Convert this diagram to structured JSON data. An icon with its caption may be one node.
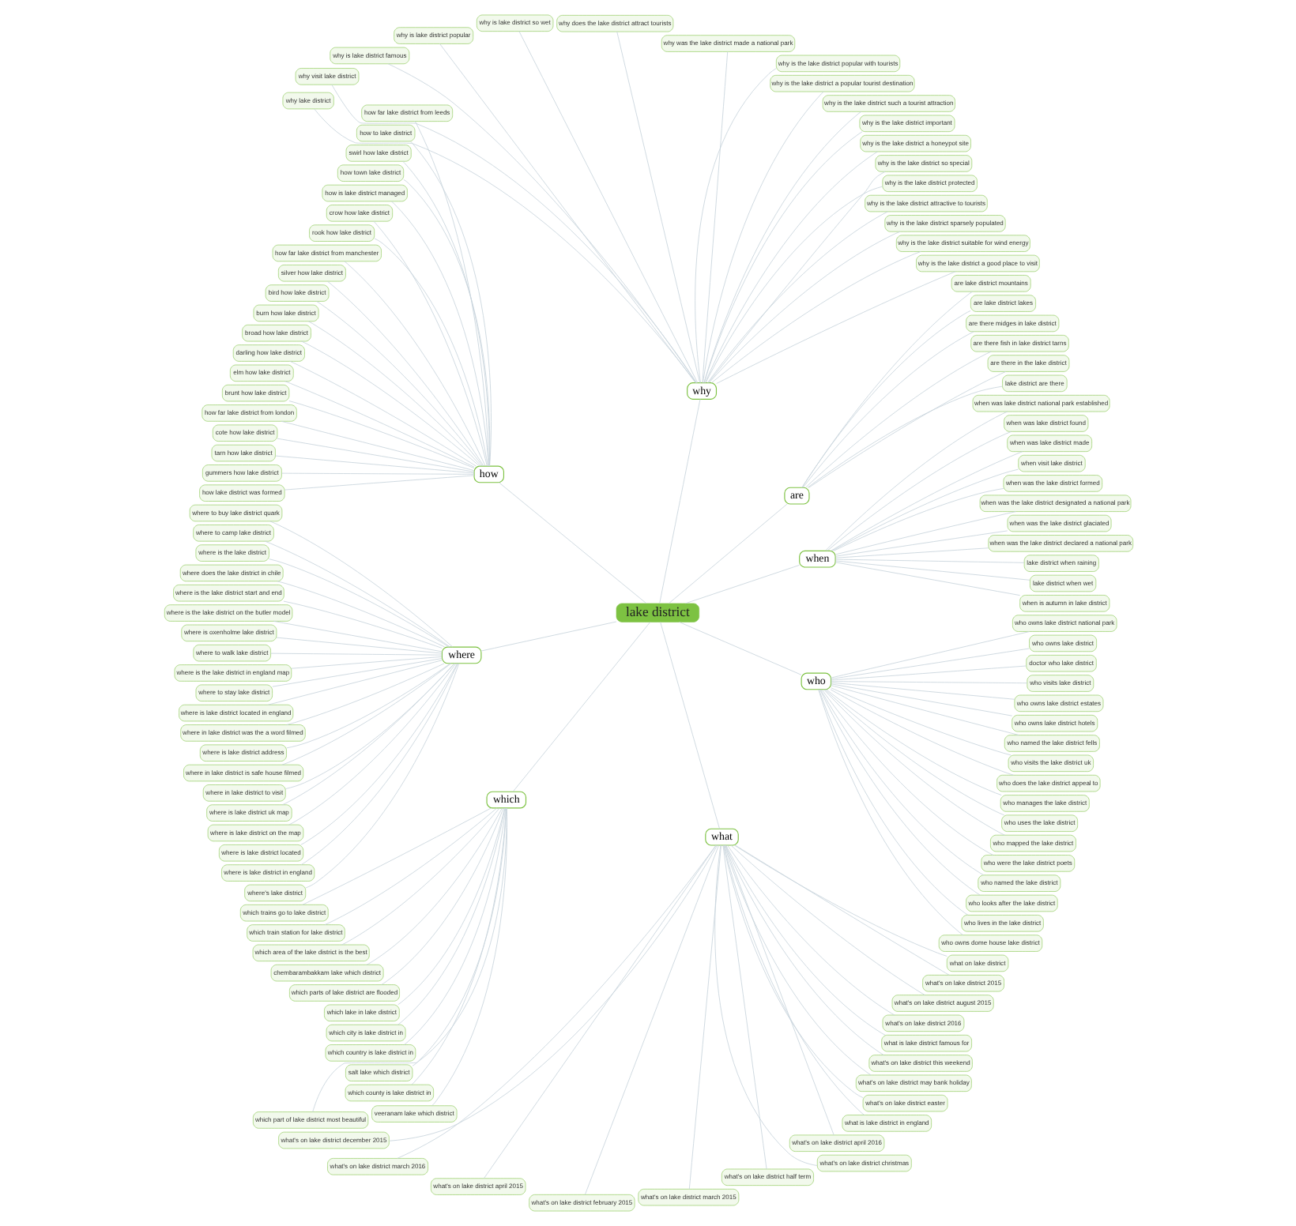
{
  "diagram": {
    "nodes": [
      {
        "text": [
          "lake district"
        ]
      },
      {
        "text": [
          "when"
        ]
      },
      {
        "text": [
          "when is autumn in lake district"
        ]
      },
      {
        "text": [
          "lake district when wet"
        ]
      },
      {
        "text": [
          "lake district when raining"
        ]
      },
      {
        "text": [
          "when was the lake district declared a national park"
        ]
      },
      {
        "text": [
          "when was the lake district glaciated"
        ]
      },
      {
        "text": [
          "when was the lake district designated a national park"
        ]
      },
      {
        "text": [
          "when was the lake district formed"
        ]
      },
      {
        "text": [
          "when visit lake district"
        ]
      },
      {
        "text": [
          "when was lake district made"
        ]
      },
      {
        "text": [
          "when was lake district found"
        ]
      },
      {
        "text": [
          "when was lake district national park established"
        ]
      },
      {
        "text": [
          "are"
        ]
      },
      {
        "text": [
          "lake district are there"
        ]
      },
      {
        "text": [
          "are there in the lake district"
        ]
      },
      {
        "text": [
          "are there fish in lake district tarns"
        ]
      },
      {
        "text": [
          "are there midges in lake district"
        ]
      },
      {
        "text": [
          "are lake district lakes"
        ]
      },
      {
        "text": [
          "are lake district mountains"
        ]
      },
      {
        "text": [
          "why"
        ]
      },
      {
        "text": [
          "why is the lake district a good place to visit"
        ]
      },
      {
        "text": [
          "why is the lake district suitable for wind energy"
        ]
      },
      {
        "text": [
          "why is the lake district sparsely populated"
        ]
      },
      {
        "text": [
          "why is the lake district attractive to tourists"
        ]
      },
      {
        "text": [
          "why is the lake district protected"
        ]
      },
      {
        "text": [
          "why is the lake district so special"
        ]
      },
      {
        "text": [
          "why is the lake district a honeypot site"
        ]
      },
      {
        "text": [
          "why is the lake district important"
        ]
      },
      {
        "text": [
          "why is the lake district such a tourist attraction"
        ]
      },
      {
        "text": [
          "why is the lake district a popular tourist destination"
        ]
      },
      {
        "text": [
          "why is the lake district popular with tourists"
        ]
      },
      {
        "text": [
          "why was the lake district made a national park"
        ]
      },
      {
        "text": [
          "why does the lake district attract tourists"
        ]
      },
      {
        "text": [
          "why is lake district so wet"
        ]
      },
      {
        "text": [
          "why is lake district popular"
        ]
      },
      {
        "text": [
          "why is lake district famous"
        ]
      },
      {
        "text": [
          "why visit lake district"
        ]
      },
      {
        "text": [
          "why lake district"
        ]
      },
      {
        "text": [
          "how"
        ]
      },
      {
        "text": [
          "how far lake district from leeds"
        ]
      },
      {
        "text": [
          "how to lake district"
        ]
      },
      {
        "text": [
          "swirl how lake district"
        ]
      },
      {
        "text": [
          "how town lake district"
        ]
      },
      {
        "text": [
          "how is lake district managed"
        ]
      },
      {
        "text": [
          "crow how lake district"
        ]
      },
      {
        "text": [
          "rook how lake district"
        ]
      },
      {
        "text": [
          "how far lake district from manchester"
        ]
      },
      {
        "text": [
          "silver how lake district"
        ]
      },
      {
        "text": [
          "bird how lake district"
        ]
      },
      {
        "text": [
          "burn how lake district"
        ]
      },
      {
        "text": [
          "broad how lake district"
        ]
      },
      {
        "text": [
          "darling how lake district"
        ]
      },
      {
        "text": [
          "elm how lake district"
        ]
      },
      {
        "text": [
          "brunt how lake district"
        ]
      },
      {
        "text": [
          "how far lake district from london"
        ]
      },
      {
        "text": [
          "cote how lake district"
        ]
      },
      {
        "text": [
          "tarn how lake district"
        ]
      },
      {
        "text": [
          "gummers how lake district"
        ]
      },
      {
        "text": [
          "how lake district was formed"
        ]
      },
      {
        "text": [
          "where"
        ]
      },
      {
        "text": [
          "where to buy lake district quark"
        ]
      },
      {
        "text": [
          "where to camp lake district"
        ]
      },
      {
        "text": [
          "where is the lake district"
        ]
      },
      {
        "text": [
          "where does the lake district in chile"
        ]
      },
      {
        "text": [
          "where is the lake district start and end"
        ]
      },
      {
        "text": [
          "where is the lake district on the butler model"
        ]
      },
      {
        "text": [
          "where is oxenholme lake district"
        ]
      },
      {
        "text": [
          "where to walk lake district"
        ]
      },
      {
        "text": [
          "where is the lake district in england map"
        ]
      },
      {
        "text": [
          "where to stay lake district"
        ]
      },
      {
        "text": [
          "where is lake district located in england"
        ]
      },
      {
        "text": [
          "where in lake district was the a word filmed"
        ]
      },
      {
        "text": [
          "where is lake district address"
        ]
      },
      {
        "text": [
          "where in lake district is safe house filmed"
        ]
      },
      {
        "text": [
          "where in lake district to visit"
        ]
      },
      {
        "text": [
          "where is lake district uk map"
        ]
      },
      {
        "text": [
          "where is lake district on the map"
        ]
      },
      {
        "text": [
          "where is lake district located"
        ]
      },
      {
        "text": [
          "where is lake district in england"
        ]
      },
      {
        "text": [
          "where's lake district"
        ]
      },
      {
        "text": [
          "which"
        ]
      },
      {
        "text": [
          "which trains go to lake district"
        ]
      },
      {
        "text": [
          "which train station for lake district"
        ]
      },
      {
        "text": [
          "which area of the lake district is the best"
        ]
      },
      {
        "text": [
          "chembarambakkam lake which district"
        ]
      },
      {
        "text": [
          "which parts of lake district are flooded"
        ]
      },
      {
        "text": [
          "which lake in lake district"
        ]
      },
      {
        "text": [
          "which city is lake district in"
        ]
      },
      {
        "text": [
          "which country is lake district in"
        ]
      },
      {
        "text": [
          "salt lake which district"
        ]
      },
      {
        "text": [
          "which county is lake district in"
        ]
      },
      {
        "text": [
          "veeranam lake which district"
        ]
      },
      {
        "text": [
          "which part of lake district most beautiful"
        ]
      },
      {
        "text": [
          "what"
        ]
      },
      {
        "text": [
          "what's on lake district december 2015"
        ]
      },
      {
        "text": [
          "what's on lake district march 2016"
        ]
      },
      {
        "text": [
          "what's on lake district april 2015"
        ]
      },
      {
        "text": [
          "what's on lake district february 2015"
        ]
      },
      {
        "text": [
          "what's on lake district march 2015"
        ]
      },
      {
        "text": [
          "what's on lake district half term"
        ]
      },
      {
        "text": [
          "what's on lake district christmas"
        ]
      },
      {
        "text": [
          "what's on lake district april 2016"
        ]
      },
      {
        "text": [
          "what is lake district in england"
        ]
      },
      {
        "text": [
          "what's on lake district easter"
        ]
      },
      {
        "text": [
          "what's on lake district may bank holiday"
        ]
      },
      {
        "text": [
          "what's on lake district this weekend"
        ]
      },
      {
        "text": [
          "what is lake district famous for"
        ]
      },
      {
        "text": [
          "what's on lake district 2016"
        ]
      },
      {
        "text": [
          "what's on lake district august 2015"
        ]
      },
      {
        "text": [
          "what's on lake district 2015"
        ]
      },
      {
        "text": [
          "what on lake district"
        ]
      },
      {
        "text": [
          "who"
        ]
      },
      {
        "text": [
          "who owns dome house lake district"
        ]
      },
      {
        "text": [
          "who lives in the lake district"
        ]
      },
      {
        "text": [
          "who looks after the lake district"
        ]
      },
      {
        "text": [
          "who named the lake district"
        ]
      },
      {
        "text": [
          "who were the lake district poets"
        ]
      },
      {
        "text": [
          "who mapped the lake district"
        ]
      },
      {
        "text": [
          "who uses the lake district"
        ]
      },
      {
        "text": [
          "who manages the lake district"
        ]
      },
      {
        "text": [
          "who does the lake district appeal to"
        ]
      },
      {
        "text": [
          "who visits the lake district uk"
        ]
      },
      {
        "text": [
          "who named the lake district fells"
        ]
      },
      {
        "text": [
          "who owns lake district hotels"
        ]
      },
      {
        "text": [
          "who owns lake district estates"
        ]
      },
      {
        "text": [
          "who visits lake district"
        ]
      },
      {
        "text": [
          "doctor who lake district"
        ]
      },
      {
        "text": [
          "who owns lake district"
        ]
      },
      {
        "text": [
          "who owns lake district national park"
        ]
      }
    ],
    "edges": [
      {
        "from": 0,
        "to": 1,
        "arrow": "none"
      },
      {
        "from": 0,
        "to": 13,
        "arrow": "none"
      },
      {
        "from": 0,
        "to": 20,
        "arrow": "none"
      },
      {
        "from": 0,
        "to": 39,
        "arrow": "none"
      },
      {
        "from": 0,
        "to": 60,
        "arrow": "none"
      },
      {
        "from": 0,
        "to": 81,
        "arrow": "none"
      },
      {
        "from": 0,
        "to": 94,
        "arrow": "none"
      },
      {
        "from": 0,
        "to": 112,
        "arrow": "none"
      },
      {
        "from": 1,
        "to": 2,
        "arrow": "none"
      },
      {
        "from": 1,
        "to": 3,
        "arrow": "none"
      },
      {
        "from": 1,
        "to": 4,
        "arrow": "none"
      },
      {
        "from": 1,
        "to": 5,
        "arrow": "none"
      },
      {
        "from": 1,
        "to": 6,
        "arrow": "none"
      },
      {
        "from": 1,
        "to": 7,
        "arrow": "none"
      },
      {
        "from": 1,
        "to": 8,
        "arrow": "none"
      },
      {
        "from": 1,
        "to": 9,
        "arrow": "none"
      },
      {
        "from": 1,
        "to": 10,
        "arrow": "none"
      },
      {
        "from": 1,
        "to": 11,
        "arrow": "none"
      },
      {
        "from": 1,
        "to": 12,
        "arrow": "none"
      },
      {
        "from": 13,
        "to": 14,
        "arrow": "none"
      },
      {
        "from": 13,
        "to": 15,
        "arrow": "none"
      },
      {
        "from": 13,
        "to": 16,
        "arrow": "none"
      },
      {
        "from": 13,
        "to": 17,
        "arrow": "none"
      },
      {
        "from": 13,
        "to": 18,
        "arrow": "none"
      },
      {
        "from": 13,
        "to": 19,
        "arrow": "none"
      },
      {
        "from": 20,
        "to": 21,
        "arrow": "none"
      },
      {
        "from": 20,
        "to": 22,
        "arrow": "none"
      },
      {
        "from": 20,
        "to": 23,
        "arrow": "none"
      },
      {
        "from": 20,
        "to": 24,
        "arrow": "none"
      },
      {
        "from": 20,
        "to": 25,
        "arrow": "none"
      },
      {
        "from": 20,
        "to": 26,
        "arrow": "none"
      },
      {
        "from": 20,
        "to": 27,
        "arrow": "none"
      },
      {
        "from": 20,
        "to": 28,
        "arrow": "none"
      },
      {
        "from": 20,
        "to": 29,
        "arrow": "none"
      },
      {
        "from": 20,
        "to": 30,
        "arrow": "none"
      },
      {
        "from": 20,
        "to": 31,
        "arrow": "none"
      },
      {
        "from": 20,
        "to": 32,
        "arrow": "none"
      },
      {
        "from": 20,
        "to": 33,
        "arrow": "none"
      },
      {
        "from": 20,
        "to": 34,
        "arrow": "none"
      },
      {
        "from": 20,
        "to": 35,
        "arrow": "none"
      },
      {
        "from": 20,
        "to": 36,
        "arrow": "none"
      },
      {
        "from": 20,
        "to": 37,
        "arrow": "none"
      },
      {
        "from": 20,
        "to": 38,
        "arrow": "none"
      },
      {
        "from": 39,
        "to": 40,
        "arrow": "none"
      },
      {
        "from": 39,
        "to": 41,
        "arrow": "none"
      },
      {
        "from": 39,
        "to": 42,
        "arrow": "none"
      },
      {
        "from": 39,
        "to": 43,
        "arrow": "none"
      },
      {
        "from": 39,
        "to": 44,
        "arrow": "none"
      },
      {
        "from": 39,
        "to": 45,
        "arrow": "none"
      },
      {
        "from": 39,
        "to": 46,
        "arrow": "none"
      },
      {
        "from": 39,
        "to": 47,
        "arrow": "none"
      },
      {
        "from": 39,
        "to": 48,
        "arrow": "none"
      },
      {
        "from": 39,
        "to": 49,
        "arrow": "none"
      },
      {
        "from": 39,
        "to": 50,
        "arrow": "none"
      },
      {
        "from": 39,
        "to": 51,
        "arrow": "none"
      },
      {
        "from": 39,
        "to": 52,
        "arrow": "none"
      },
      {
        "from": 39,
        "to": 53,
        "arrow": "none"
      },
      {
        "from": 39,
        "to": 54,
        "arrow": "none"
      },
      {
        "from": 39,
        "to": 55,
        "arrow": "none"
      },
      {
        "from": 39,
        "to": 56,
        "arrow": "none"
      },
      {
        "from": 39,
        "to": 57,
        "arrow": "none"
      },
      {
        "from": 39,
        "to": 58,
        "arrow": "none"
      },
      {
        "from": 39,
        "to": 59,
        "arrow": "none"
      },
      {
        "from": 60,
        "to": 61,
        "arrow": "none"
      },
      {
        "from": 60,
        "to": 62,
        "arrow": "none"
      },
      {
        "from": 60,
        "to": 63,
        "arrow": "none"
      },
      {
        "from": 60,
        "to": 64,
        "arrow": "none"
      },
      {
        "from": 60,
        "to": 65,
        "arrow": "none"
      },
      {
        "from": 60,
        "to": 66,
        "arrow": "none"
      },
      {
        "from": 60,
        "to": 67,
        "arrow": "none"
      },
      {
        "from": 60,
        "to": 68,
        "arrow": "none"
      },
      {
        "from": 60,
        "to": 69,
        "arrow": "none"
      },
      {
        "from": 60,
        "to": 70,
        "arrow": "none"
      },
      {
        "from": 60,
        "to": 71,
        "arrow": "none"
      },
      {
        "from": 60,
        "to": 72,
        "arrow": "none"
      },
      {
        "from": 60,
        "to": 73,
        "arrow": "none"
      },
      {
        "from": 60,
        "to": 74,
        "arrow": "none"
      },
      {
        "from": 60,
        "to": 75,
        "arrow": "none"
      },
      {
        "from": 60,
        "to": 76,
        "arrow": "none"
      },
      {
        "from": 60,
        "to": 77,
        "arrow": "none"
      },
      {
        "from": 60,
        "to": 78,
        "arrow": "none"
      },
      {
        "from": 60,
        "to": 79,
        "arrow": "none"
      },
      {
        "from": 60,
        "to": 80,
        "arrow": "none"
      },
      {
        "from": 81,
        "to": 82,
        "arrow": "none"
      },
      {
        "from": 81,
        "to": 83,
        "arrow": "none"
      },
      {
        "from": 81,
        "to": 84,
        "arrow": "none"
      },
      {
        "from": 81,
        "to": 85,
        "arrow": "none"
      },
      {
        "from": 81,
        "to": 86,
        "arrow": "none"
      },
      {
        "from": 81,
        "to": 87,
        "arrow": "none"
      },
      {
        "from": 81,
        "to": 88,
        "arrow": "none"
      },
      {
        "from": 81,
        "to": 89,
        "arrow": "none"
      },
      {
        "from": 81,
        "to": 90,
        "arrow": "none"
      },
      {
        "from": 81,
        "to": 91,
        "arrow": "none"
      },
      {
        "from": 81,
        "to": 92,
        "arrow": "none"
      },
      {
        "from": 81,
        "to": 93,
        "arrow": "none"
      },
      {
        "from": 94,
        "to": 95,
        "arrow": "none"
      },
      {
        "from": 94,
        "to": 96,
        "arrow": "none"
      },
      {
        "from": 94,
        "to": 97,
        "arrow": "none"
      },
      {
        "from": 94,
        "to": 98,
        "arrow": "none"
      },
      {
        "from": 94,
        "to": 99,
        "arrow": "none"
      },
      {
        "from": 94,
        "to": 100,
        "arrow": "none"
      },
      {
        "from": 94,
        "to": 101,
        "arrow": "none"
      },
      {
        "from": 94,
        "to": 102,
        "arrow": "none"
      },
      {
        "from": 94,
        "to": 103,
        "arrow": "none"
      },
      {
        "from": 94,
        "to": 104,
        "arrow": "none"
      },
      {
        "from": 94,
        "to": 105,
        "arrow": "none"
      },
      {
        "from": 94,
        "to": 106,
        "arrow": "none"
      },
      {
        "from": 94,
        "to": 107,
        "arrow": "none"
      },
      {
        "from": 94,
        "to": 108,
        "arrow": "none"
      },
      {
        "from": 94,
        "to": 109,
        "arrow": "none"
      },
      {
        "from": 94,
        "to": 110,
        "arrow": "none"
      },
      {
        "from": 94,
        "to": 111,
        "arrow": "none"
      },
      {
        "from": 112,
        "to": 113,
        "arrow": "none"
      },
      {
        "from": 112,
        "to": 114,
        "arrow": "none"
      },
      {
        "from": 112,
        "to": 115,
        "arrow": "none"
      },
      {
        "from": 112,
        "to": 116,
        "arrow": "none"
      },
      {
        "from": 112,
        "to": 117,
        "arrow": "none"
      },
      {
        "from": 112,
        "to": 118,
        "arrow": "none"
      },
      {
        "from": 112,
        "to": 119,
        "arrow": "none"
      },
      {
        "from": 112,
        "to": 120,
        "arrow": "none"
      },
      {
        "from": 112,
        "to": 121,
        "arrow": "none"
      },
      {
        "from": 112,
        "to": 122,
        "arrow": "none"
      },
      {
        "from": 112,
        "to": 123,
        "arrow": "none"
      },
      {
        "from": 112,
        "to": 124,
        "arrow": "none"
      },
      {
        "from": 112,
        "to": 125,
        "arrow": "none"
      },
      {
        "from": 112,
        "to": 126,
        "arrow": "none"
      },
      {
        "from": 112,
        "to": 127,
        "arrow": "none"
      },
      {
        "from": 112,
        "to": 128,
        "arrow": "none"
      },
      {
        "from": 112,
        "to": 129,
        "arrow": "none"
      }
    ]
  }
}
